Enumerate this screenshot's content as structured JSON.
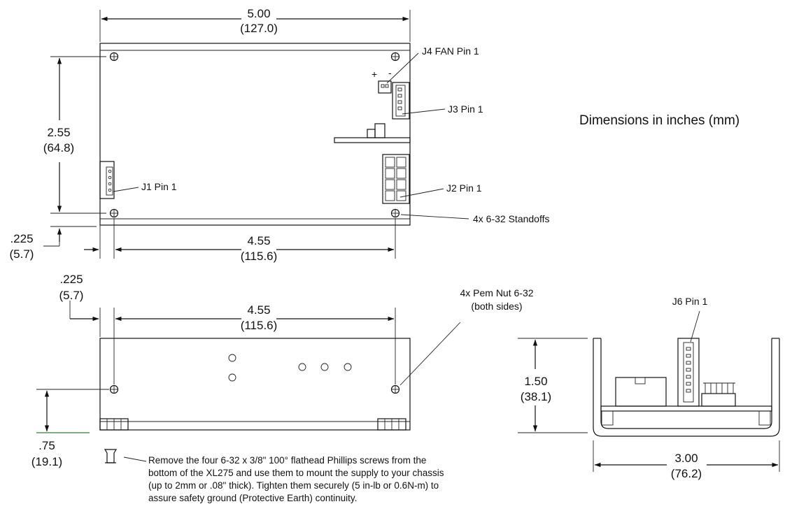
{
  "top_view": {
    "width_in": "5.00",
    "width_mm": "(127.0)",
    "height_in": "2.55",
    "height_mm": "(64.8)",
    "hole_span_in": "4.55",
    "hole_span_mm": "(115.6)",
    "edge_offset_v_in": ".225",
    "edge_offset_v_mm": "(5.7)",
    "edge_offset_h_in": ".225",
    "edge_offset_h_mm": "(5.7)",
    "j4_label": "J4 FAN Pin 1",
    "plus": "+",
    "minus": "-",
    "j3_label": "J3 Pin 1",
    "j1_label": "J1 Pin 1",
    "j2_label": "J2 Pin 1",
    "standoffs_label": "4x 6-32 Standoffs"
  },
  "units_note": "Dimensions in inches (mm)",
  "side_view": {
    "hole_span_in": "4.55",
    "hole_span_mm": "(115.6)",
    "pem_label_1": "4x Pem Nut 6-32",
    "pem_label_2": "(both sides)",
    "height_in": ".75",
    "height_mm": "(19.1)"
  },
  "end_view": {
    "j6_label": "J6 Pin 1",
    "height_in": "1.50",
    "height_mm": "(38.1)",
    "width_in": "3.00",
    "width_mm": "(76.2)"
  },
  "screw_note": {
    "line1": "Remove the four 6-32 x 3/8\" 100° flathead Phillips screws from the",
    "line2": "bottom of the XL275 and use them to mount the supply to your chassis",
    "line3": "(up to 2mm or .08\" thick). Tighten them securely (5 in-lb or 0.6N-m) to",
    "line4": "assure safety ground (Protective Earth) continuity."
  }
}
